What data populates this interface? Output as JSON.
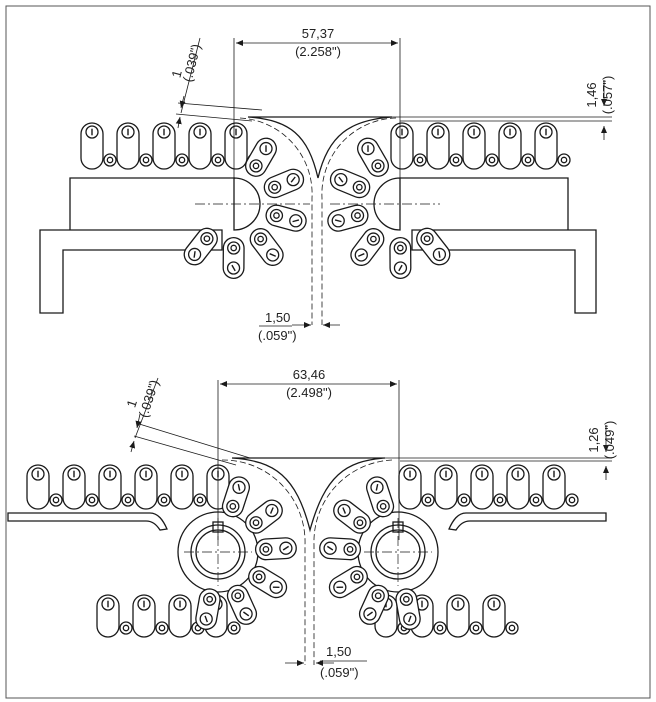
{
  "top": {
    "width_mm": "57,37",
    "width_in": "(2.258\")",
    "gap_mm": "1,50",
    "gap_in": "(.059\")",
    "left_offset_mm": "1",
    "left_offset_in": "(.039\")",
    "right_offset_mm": "1,46",
    "right_offset_in": "(.057\")"
  },
  "bottom": {
    "width_mm": "63,46",
    "width_in": "(2.498\")",
    "gap_mm": "1,50",
    "gap_in": "(.059\")",
    "left_offset_mm": "1",
    "left_offset_in": "(.039\")",
    "right_offset_mm": "1,26",
    "right_offset_in": "(.049\")"
  },
  "colors": {
    "line": "#1a1a1a",
    "frame": "#555555",
    "background": "#ffffff"
  }
}
